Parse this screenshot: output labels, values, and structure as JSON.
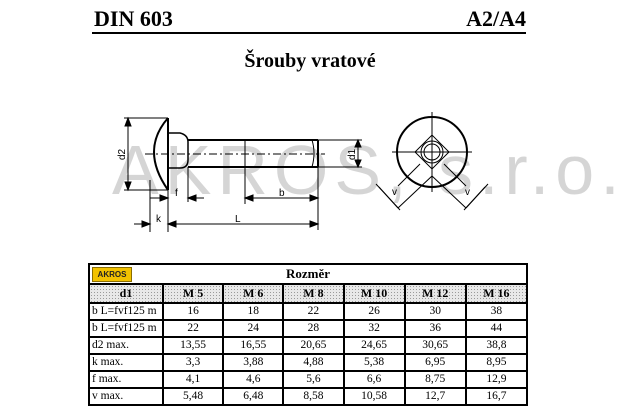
{
  "header": {
    "standard": "DIN 603",
    "material": "A2/A4"
  },
  "title": "Šrouby vratové",
  "watermark": "AKROS, s.r.o.",
  "drawing": {
    "labels": {
      "d2": "d2",
      "d1": "d1",
      "f": "f",
      "b": "b",
      "k": "k",
      "L": "L",
      "v_left": "v",
      "v_right": "v"
    }
  },
  "table": {
    "logo": "AKROS",
    "caption": "Rozměr",
    "columns": [
      "d1",
      "M 5",
      "M 6",
      "M 8",
      "M 10",
      "M 12",
      "M 16"
    ],
    "rows": [
      {
        "label": "b  L=fvf125 m",
        "values": [
          "16",
          "18",
          "22",
          "26",
          "30",
          "38"
        ]
      },
      {
        "label": "b  L=fvf125 m",
        "values": [
          "22",
          "24",
          "28",
          "32",
          "36",
          "44"
        ]
      },
      {
        "label": "d2 max.",
        "values": [
          "13,55",
          "16,55",
          "20,65",
          "24,65",
          "30,65",
          "38,8"
        ]
      },
      {
        "label": "k max.",
        "values": [
          "3,3",
          "3,88",
          "4,88",
          "5,38",
          "6,95",
          "8,95"
        ]
      },
      {
        "label": "f max.",
        "values": [
          "4,1",
          "4,6",
          "5,6",
          "6,6",
          "8,75",
          "12,9"
        ]
      },
      {
        "label": "v max.",
        "values": [
          "5,48",
          "6,48",
          "8,58",
          "10,58",
          "12,7",
          "16,7"
        ]
      }
    ]
  },
  "colors": {
    "logo_bg": "#f2c200",
    "watermark": "#c8c8c8",
    "ink": "#000000"
  }
}
